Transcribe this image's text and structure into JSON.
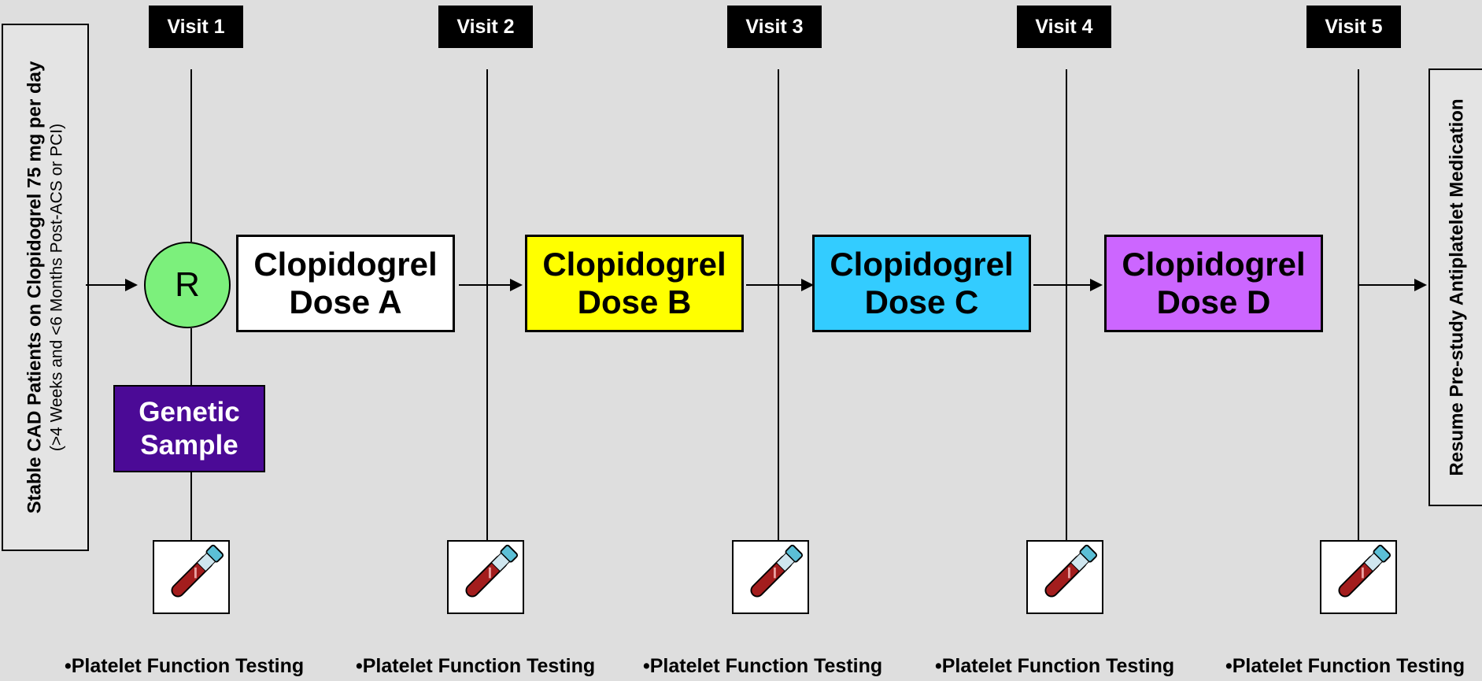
{
  "visits": [
    {
      "label": "Visit 1"
    },
    {
      "label": "Visit 2"
    },
    {
      "label": "Visit 3"
    },
    {
      "label": "Visit 4"
    },
    {
      "label": "Visit 5"
    }
  ],
  "left_panel": {
    "title": "Stable CAD Patients on Clopidogrel 75 mg per day",
    "subtitle": "(>4 Weeks and <6 Months Post-ACS or PCI)"
  },
  "right_panel": {
    "title": "Resume Pre-study Antiplatelet Medication"
  },
  "randomization": {
    "label": "R",
    "color": "#7cf07c"
  },
  "genetic_sample": {
    "line1": "Genetic",
    "line2": "Sample",
    "color": "#4b0a96"
  },
  "doses": [
    {
      "line1": "Clopidogrel",
      "line2": "Dose A",
      "color": "#ffffff"
    },
    {
      "line1": "Clopidogrel",
      "line2": "Dose B",
      "color": "#ffff00"
    },
    {
      "line1": "Clopidogrel",
      "line2": "Dose C",
      "color": "#33ccff"
    },
    {
      "line1": "Clopidogrel",
      "line2": "Dose D",
      "color": "#cc66ff"
    }
  ],
  "tests": [
    {
      "label": "•Platelet Function Testing",
      "icon": "blood-tube-icon"
    },
    {
      "label": "•Platelet Function Testing",
      "icon": "blood-tube-icon"
    },
    {
      "label": "•Platelet Function Testing",
      "icon": "blood-tube-icon"
    },
    {
      "label": "•Platelet Function Testing",
      "icon": "blood-tube-icon"
    },
    {
      "label": "•Platelet Function Testing",
      "icon": "blood-tube-icon"
    }
  ]
}
